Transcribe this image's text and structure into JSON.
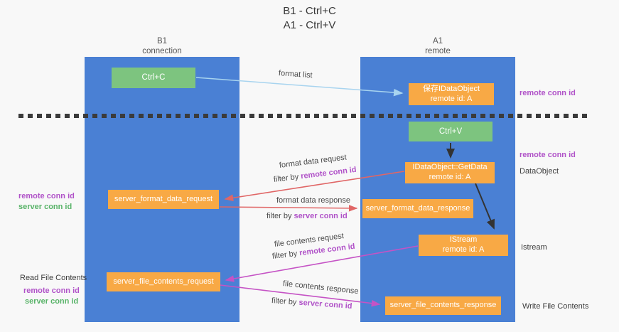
{
  "title": {
    "line1": "B1 - Ctrl+C",
    "line2": "A1 - Ctrl+V"
  },
  "lanes": {
    "left": {
      "name": "B1",
      "role": "connection"
    },
    "right": {
      "name": "A1",
      "role": "remote"
    }
  },
  "boxes": {
    "ctrl_c": {
      "label": "Ctrl+C"
    },
    "save_idataobject": {
      "line1": "保存IDataObject",
      "line2": "remote id: A"
    },
    "ctrl_v": {
      "label": "Ctrl+V"
    },
    "getdata": {
      "line1": "IDataObject::GetData",
      "line2": "remote id: A"
    },
    "format_request": {
      "label": "server_format_data_request"
    },
    "format_response": {
      "label": "server_format_data_response"
    },
    "istream": {
      "line1": "IStream",
      "line2": "remote id: A"
    },
    "file_request": {
      "label": "server_file_contents_request"
    },
    "file_response": {
      "label": "server_file_contents_response"
    }
  },
  "arrows": {
    "format_list": {
      "label": "format list"
    },
    "format_data_request": {
      "label": "format data request",
      "filter_prefix": "filter by ",
      "filter_key": "remote conn id"
    },
    "format_data_response": {
      "label": "format data response",
      "filter_prefix": "filter by ",
      "filter_key": "server conn id"
    },
    "file_contents_request": {
      "label": "file contents request",
      "filter_prefix": "filter by ",
      "filter_key": "remote conn id"
    },
    "file_contents_response": {
      "label": "file contents response",
      "filter_prefix": "filter by ",
      "filter_key": "server conn id"
    }
  },
  "side_labels": {
    "left_format": {
      "remote": "remote conn id",
      "server": "server conn id"
    },
    "left_file": {
      "title": "Read File Contents",
      "remote": "remote conn id",
      "server": "server conn id"
    },
    "right_top": {
      "remote": "remote conn id"
    },
    "right_dataobject": {
      "remote": "remote conn id",
      "name": "DataObject"
    },
    "right_istream": {
      "name": "Istream"
    },
    "right_write": {
      "name": "Write File Contents"
    }
  },
  "colors": {
    "background": "#f8f8f8",
    "lane_blue": "#4a80d4",
    "box_orange": "#f8a945",
    "box_green": "#7dc47f",
    "arrow_red": "#e06666",
    "arrow_magenta": "#c553c5",
    "arrow_lightblue": "#a8d4ef",
    "arrow_black": "#333333",
    "text_purple": "#b052c8",
    "text_green": "#58b368",
    "text_dark": "#3c3c3c"
  }
}
